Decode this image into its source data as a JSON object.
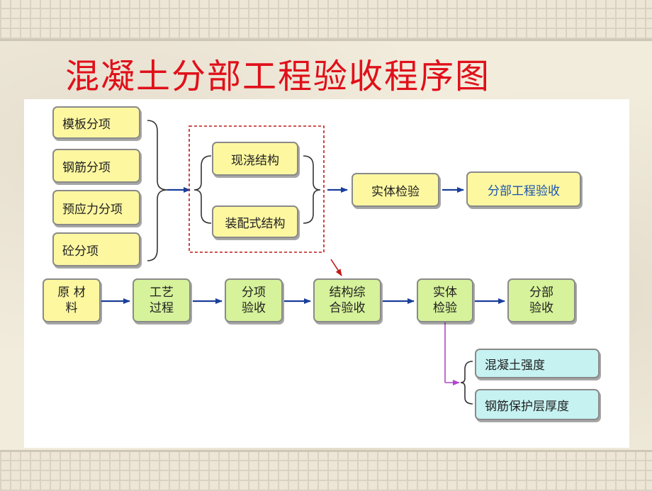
{
  "title": "混凝土分部工程验收程序图",
  "left_items": [
    "模板分项",
    "钢筋分项",
    "预应力分项",
    "砼分项"
  ],
  "structure_items": [
    "现浇结构",
    "装配式结构"
  ],
  "top_flow": {
    "entity": "实体检验",
    "final": "分部工程验收"
  },
  "bottom_flow": [
    "原 材\n料",
    "工艺\n过程",
    "分项\n验收",
    "结构综\n合验收",
    "实体\n检验",
    "分部\n验收"
  ],
  "inspection_items": [
    "混凝土强度",
    "钢筋保护层厚度"
  ],
  "colors": {
    "title": "#e0101a",
    "yellow_box": "#fdf7a0",
    "green_box": "#d6f29a",
    "cyan_box": "#c6f2f2",
    "arrow_blue": "#1a3f9a",
    "dashed_red": "#c01818",
    "branch_purple": "#b048c8"
  }
}
